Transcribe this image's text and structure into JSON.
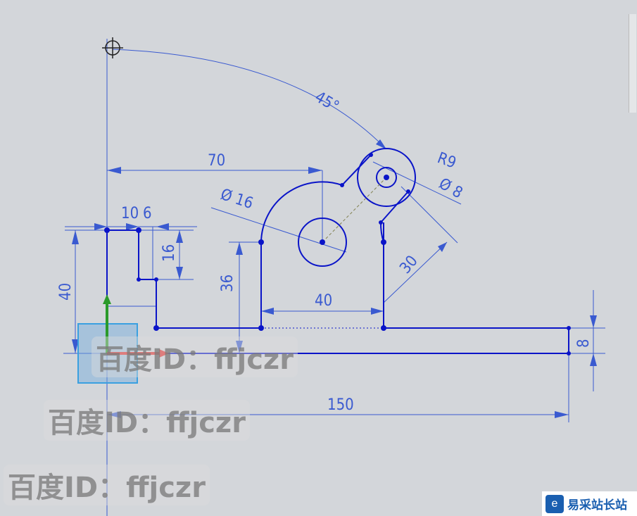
{
  "dimensions": {
    "angle": "45°",
    "d70": "70",
    "d10": "10",
    "d6": "6",
    "d16v": "16",
    "d40v": "40",
    "d36": "36",
    "dia16": "Ø 16",
    "dia8": "Ø 8",
    "r9": "R9",
    "d30": "30",
    "d40h": "40",
    "d150": "150",
    "d8": "8"
  },
  "watermark": "百度ID：ffjczr",
  "logo": {
    "icon": "e-logo-icon",
    "text": "易采站长站"
  },
  "colors": {
    "geometry": "#0a14c8",
    "dimension": "#3a5ad0",
    "background": "#d3d6da"
  }
}
